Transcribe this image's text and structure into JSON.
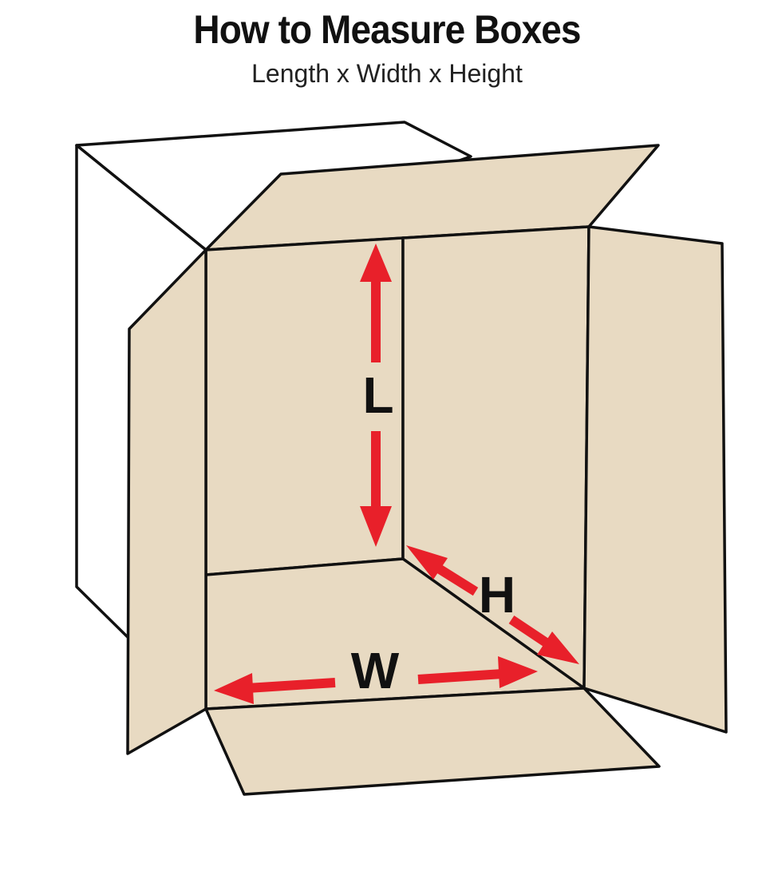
{
  "header": {
    "title": "How to Measure Boxes",
    "subtitle": "Length x Width x Height"
  },
  "labels": {
    "length": "L",
    "width": "W",
    "height": "H"
  },
  "colors": {
    "cardboard": "#e8dac2",
    "outline": "#111111",
    "arrow": "#e8202a",
    "background": "#ffffff"
  }
}
